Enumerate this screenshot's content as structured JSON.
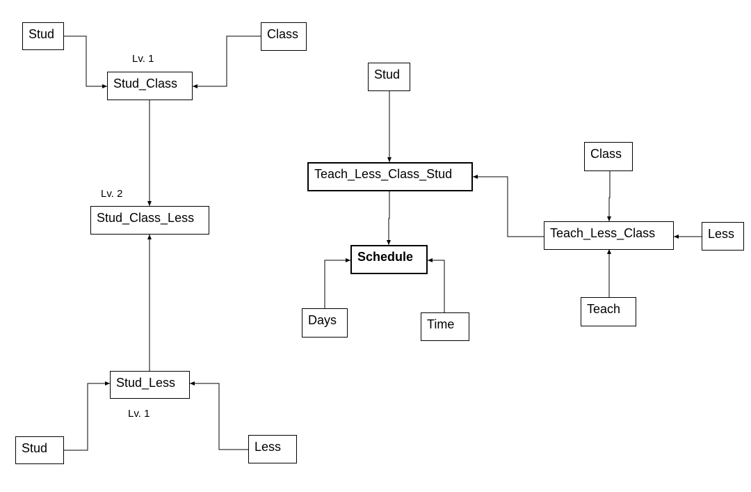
{
  "left_diagram": {
    "stud_top": "Stud",
    "class_top": "Class",
    "stud_class": "Stud_Class",
    "stud_class_less": "Stud_Class_Less",
    "stud_less": "Stud_Less",
    "stud_bottom": "Stud",
    "less_bottom": "Less",
    "level_top": "Lv. 1",
    "level_mid": "Lv. 2",
    "level_bottom": "Lv. 1"
  },
  "right_diagram": {
    "stud": "Stud",
    "teach_less_class_stud": "Teach_Less_Class_Stud",
    "schedule": "Schedule",
    "days": "Days",
    "time": "Time",
    "class": "Class",
    "teach_less_class": "Teach_Less_Class",
    "less": "Less",
    "teach": "Teach"
  }
}
